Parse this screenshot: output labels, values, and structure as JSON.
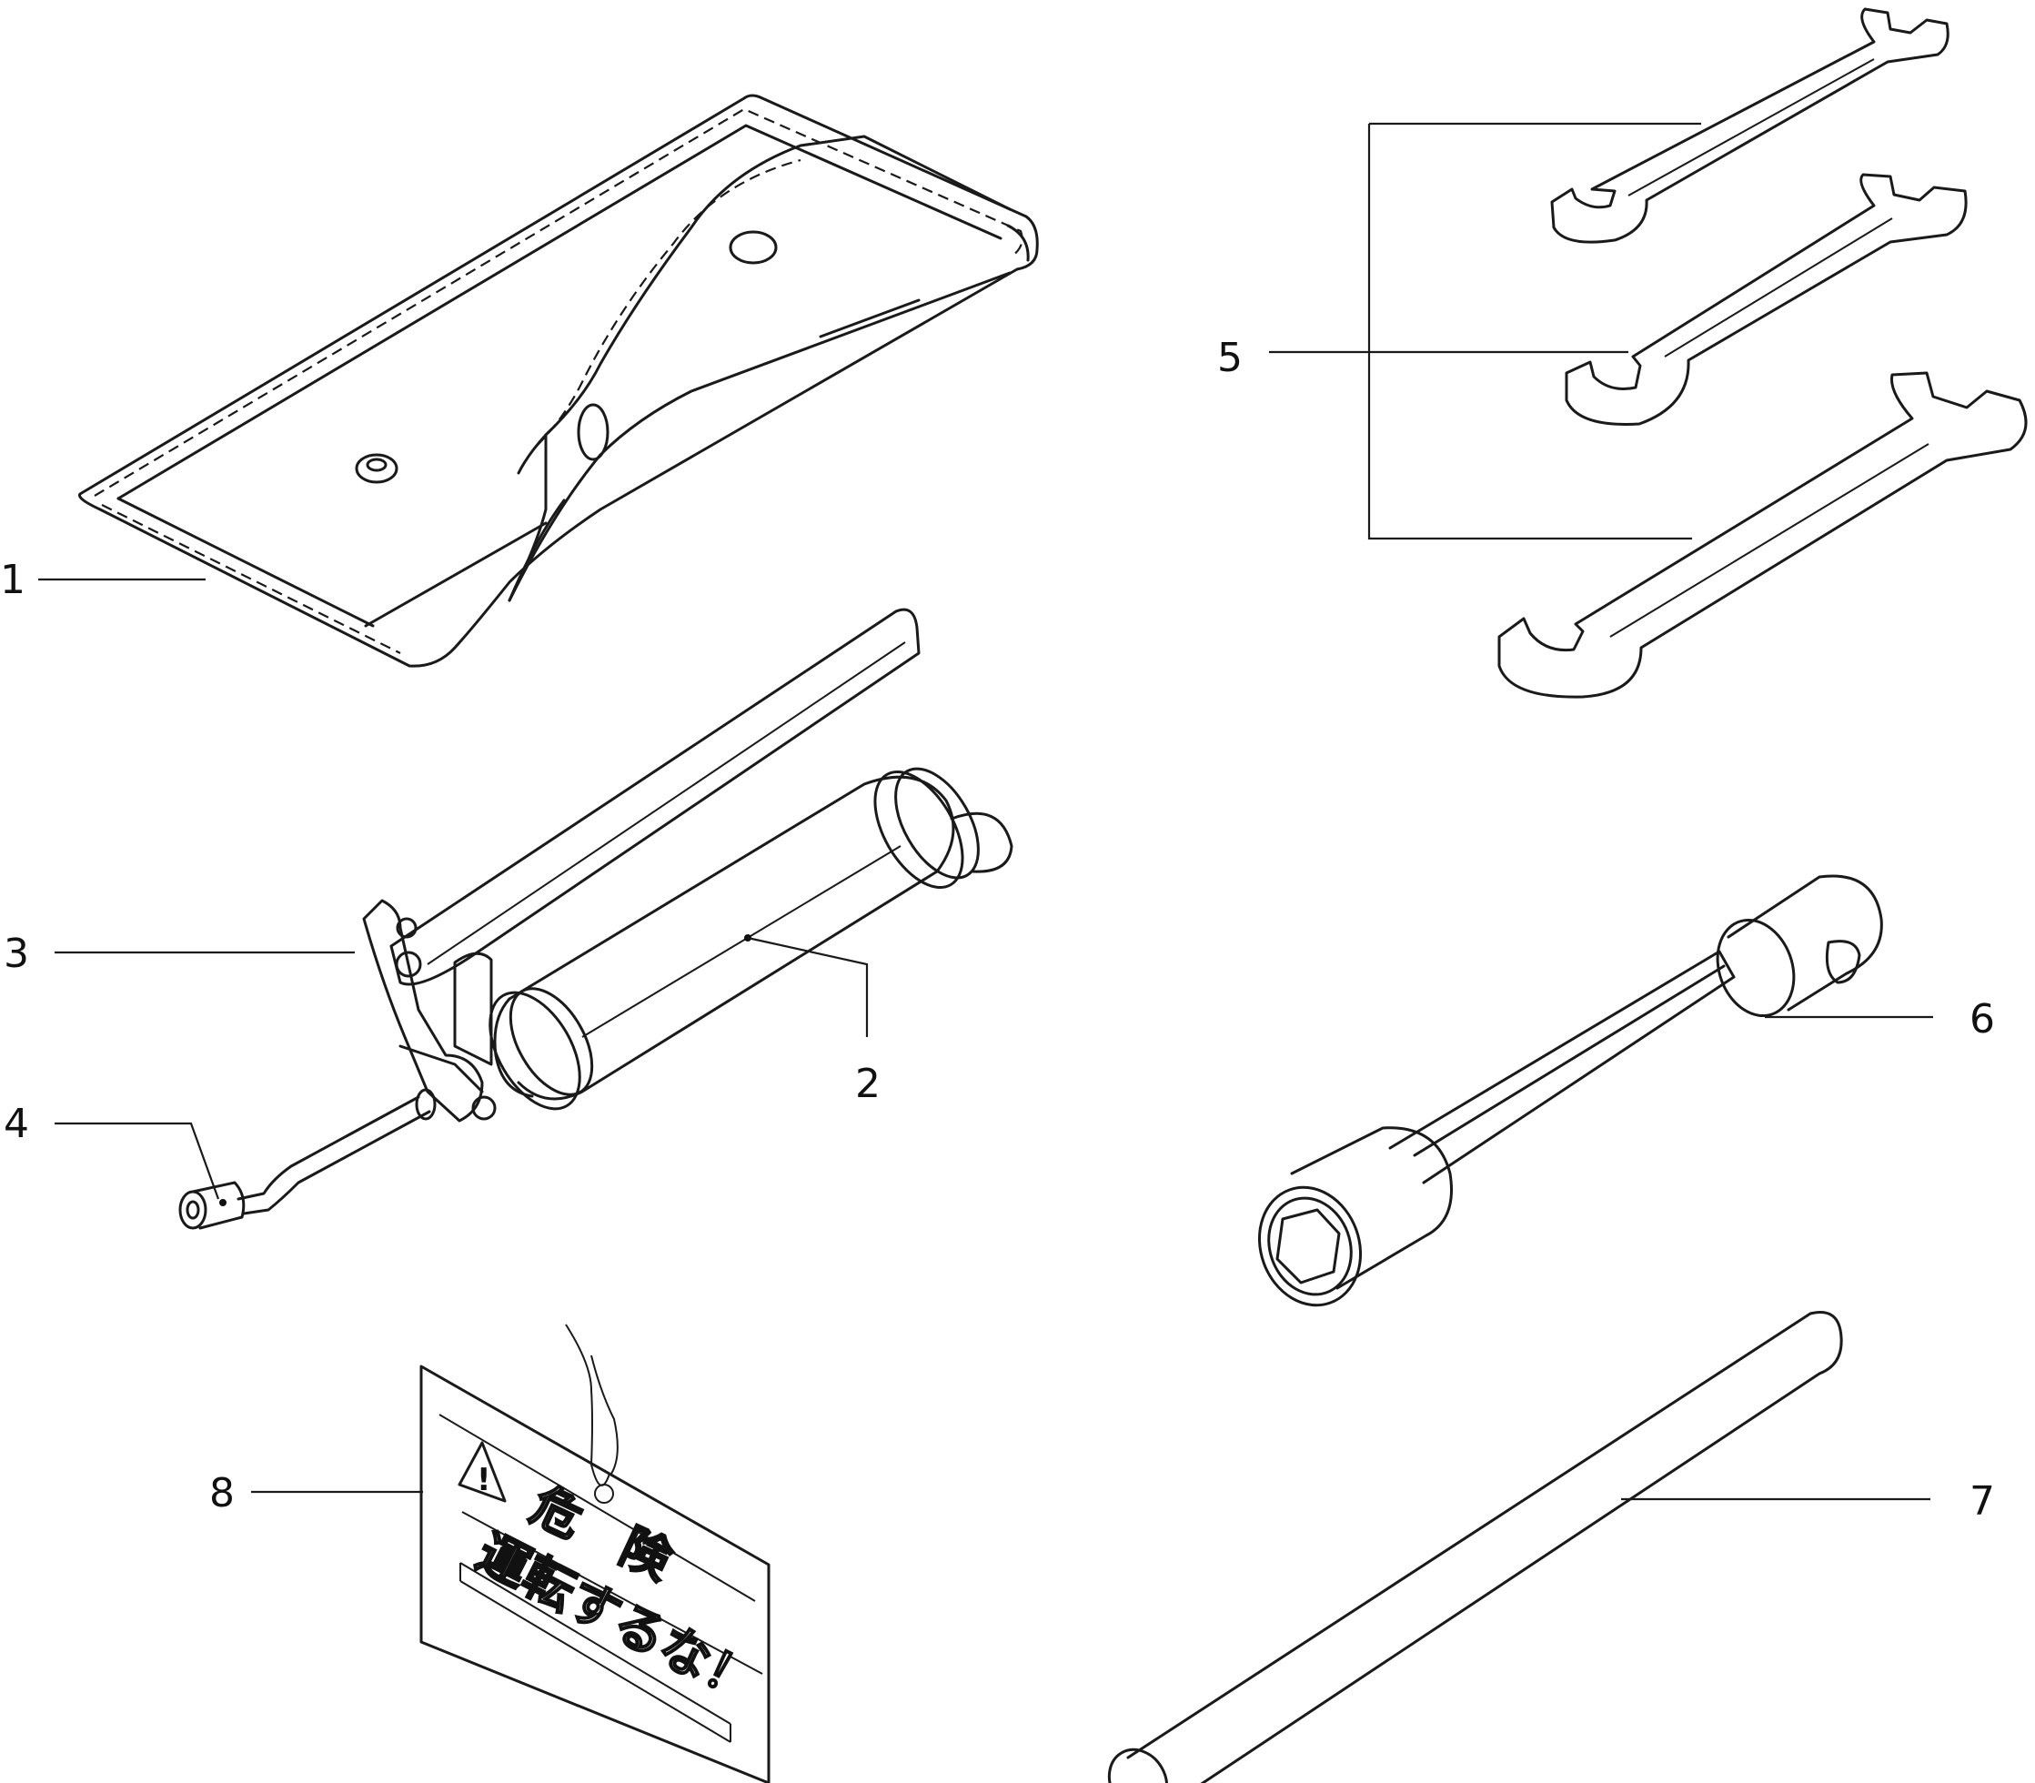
{
  "callouts": [
    {
      "id": "1",
      "label": "1"
    },
    {
      "id": "2",
      "label": "2"
    },
    {
      "id": "3",
      "label": "3"
    },
    {
      "id": "4",
      "label": "4"
    },
    {
      "id": "5",
      "label": "5"
    },
    {
      "id": "6",
      "label": "6"
    },
    {
      "id": "7",
      "label": "7"
    },
    {
      "id": "8",
      "label": "8"
    }
  ],
  "sign": {
    "header": "危　険",
    "body": "運転するな！"
  }
}
